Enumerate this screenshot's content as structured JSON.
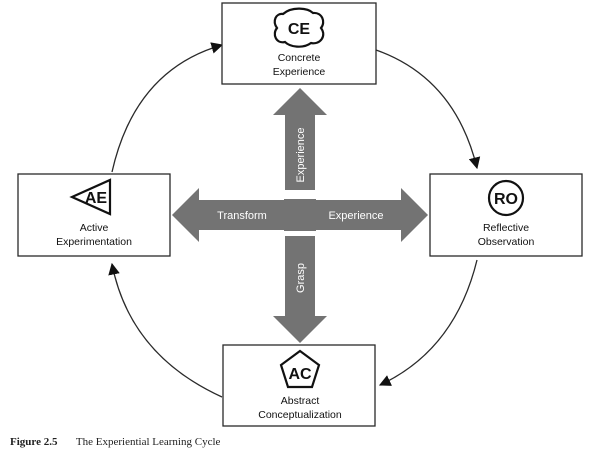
{
  "nodes": {
    "ce": {
      "badge": "CE",
      "line1": "Concrete",
      "line2": "Experience"
    },
    "ro": {
      "badge": "RO",
      "line1": "Reflective",
      "line2": "Observation"
    },
    "ac": {
      "badge": "AC",
      "line1": "Abstract",
      "line2": "Conceptualization"
    },
    "ae": {
      "badge": "AE",
      "line1": "Active",
      "line2": "Experimentation"
    }
  },
  "axes": {
    "up": "Experience",
    "down": "Grasp",
    "left": "Transform",
    "right": "Experience"
  },
  "caption": {
    "number": "Figure 2.5",
    "title": "The Experiential Learning Cycle"
  },
  "colors": {
    "arrow_fill": "#737373",
    "line": "#2a2a2a"
  }
}
